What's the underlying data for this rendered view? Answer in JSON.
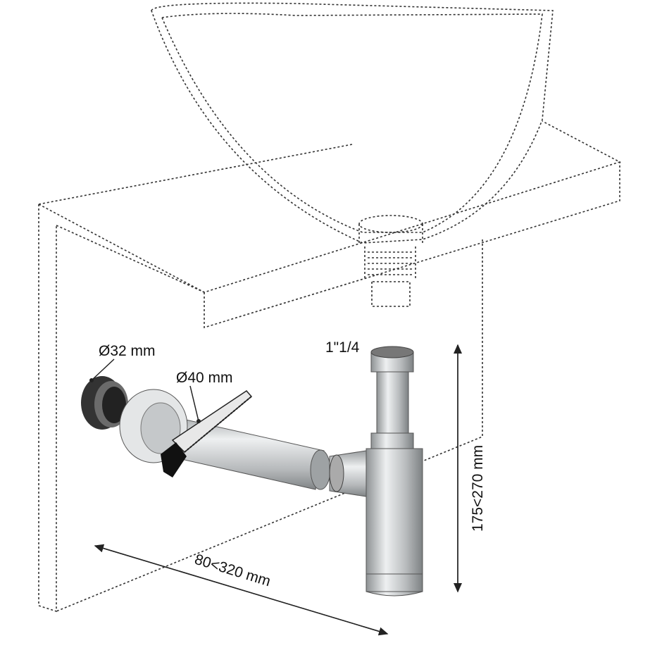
{
  "labels": {
    "adapter": "Ø32 mm",
    "pipe": "Ø40 mm",
    "thread": "1\"1/4",
    "height": "175<270 mm",
    "length": "80<320 mm"
  },
  "colors": {
    "metal": "#c9ccce",
    "dark": "#2b2b2b",
    "line": "#333333"
  }
}
